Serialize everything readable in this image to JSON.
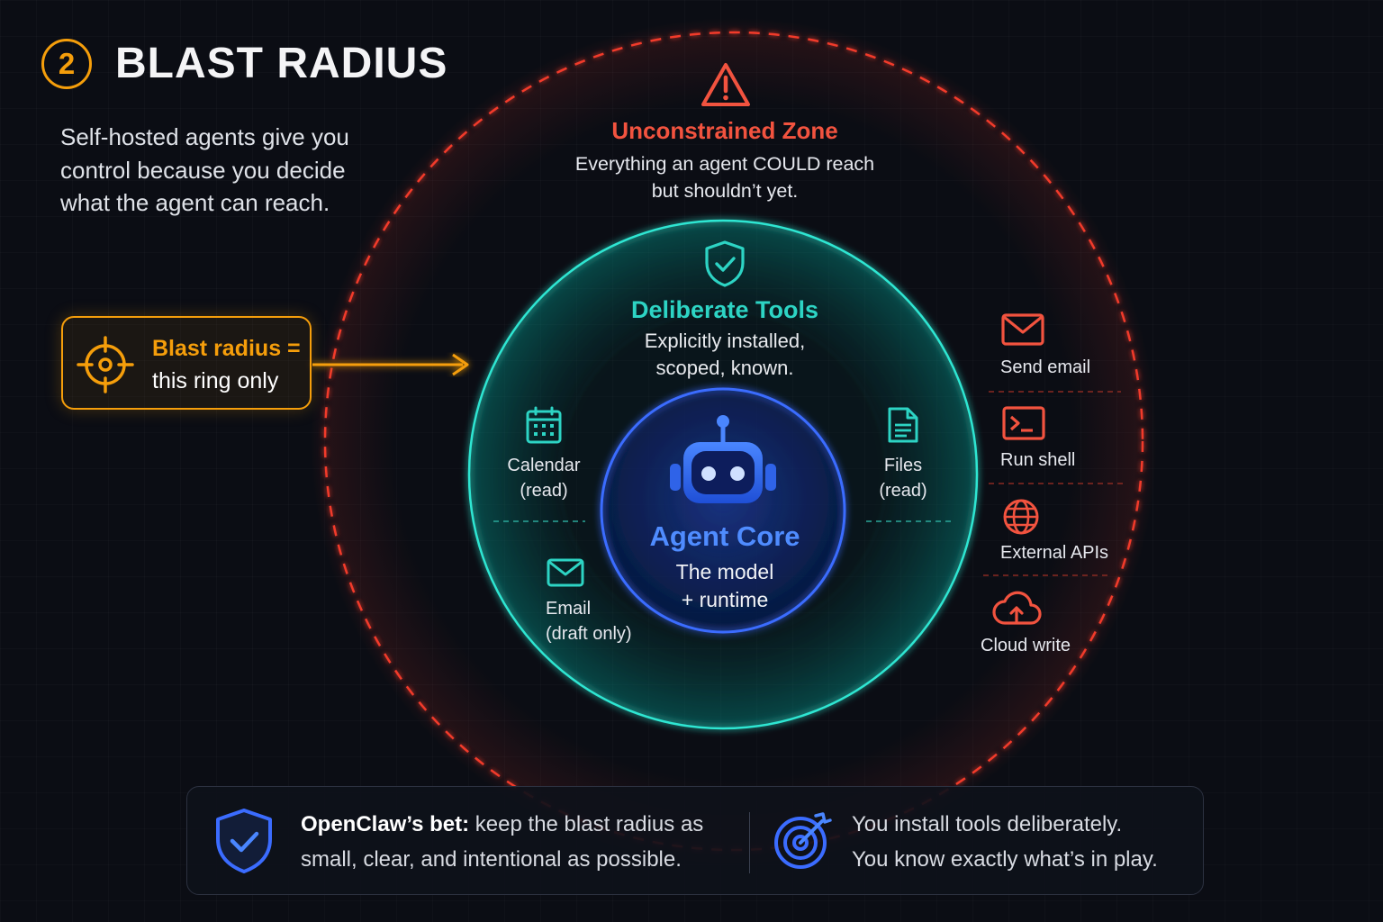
{
  "header": {
    "step_number": "2",
    "title": "BLAST RADIUS",
    "intro": "Self-hosted agents give you control because you decide what the agent can reach."
  },
  "callout": {
    "line1": "Blast radius =",
    "line2": "this ring only",
    "icon": "crosshair-icon",
    "color": "#f59e0b"
  },
  "outer_zone": {
    "title": "Unconstrained Zone",
    "description_line1": "Everything an agent COULD reach",
    "description_line2": "but shouldn’t yet.",
    "icon": "warning-icon",
    "color": "#f2533f",
    "items": [
      {
        "label": "Send email",
        "icon": "mail-icon"
      },
      {
        "label": "Run shell",
        "icon": "terminal-icon"
      },
      {
        "label": "External APIs",
        "icon": "globe-icon"
      },
      {
        "label": "Cloud write",
        "icon": "cloud-upload-icon"
      }
    ]
  },
  "middle_zone": {
    "title": "Deliberate Tools",
    "description_line1": "Explicitly installed,",
    "description_line2": "scoped, known.",
    "icon": "shield-check-icon",
    "color": "#2dd4c4",
    "tools": [
      {
        "name": "Calendar",
        "scope": "(read)",
        "icon": "calendar-icon"
      },
      {
        "name": "Files",
        "scope": "(read)",
        "icon": "file-icon"
      },
      {
        "name": "Email",
        "scope": "(draft only)",
        "icon": "mail-icon"
      }
    ]
  },
  "core": {
    "title": "Agent Core",
    "line1": "The model",
    "line2": "+ runtime",
    "icon": "robot-icon",
    "color": "#4f8cff"
  },
  "bottom": {
    "bet_label": "OpenClaw’s bet:",
    "bet_text": " keep the blast radius as small, clear, and intentional as possible.",
    "install_line1": "You install tools deliberately.",
    "install_line2": "You know exactly what’s in play.",
    "left_icon": "shield-check-icon",
    "right_icon": "target-icon"
  }
}
